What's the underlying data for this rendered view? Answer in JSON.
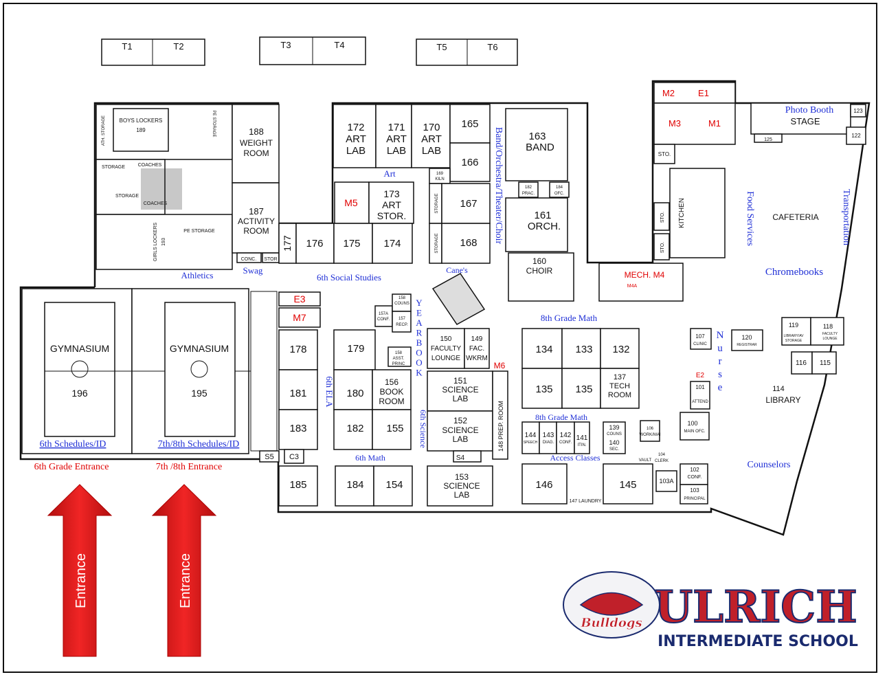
{
  "portables": [
    "T1",
    "T2",
    "T3",
    "T4",
    "T5",
    "T6"
  ],
  "rooms": {
    "r189": "BOYS LOCKERS",
    "r189n": "189",
    "ath_storage": "ATH. STORAGE",
    "pe_storage": "PE STORAGE",
    "storage": "STORAGE",
    "coaches": "COACHES",
    "girls_lockers": "GIRLS LOCKERS",
    "r193": "193",
    "r188": "188",
    "r188a": "WEIGHT",
    "r188b": "ROOM",
    "r187": "187",
    "r187a": "ACTIVITY",
    "r187b": "ROOM",
    "conc": "CONC.",
    "stor": "STOR",
    "r172": "172",
    "r171": "171",
    "r170": "170",
    "art": "ART",
    "lab": "LAB",
    "r165": "165",
    "r166": "166",
    "r167": "167",
    "r168": "168",
    "r169": "169",
    "kiln": "KILN",
    "r173": "173",
    "art_stor": "STOR.",
    "r177": "177",
    "r176": "176",
    "r175": "175",
    "r174": "174",
    "r163": "163",
    "band": "BAND",
    "r182": "182",
    "prac": "PRAC.",
    "r184": "184",
    "ofc": "OFC.",
    "r161": "161",
    "orch": "ORCH.",
    "r160": "160",
    "choir": "CHOIR",
    "sto": "STO.",
    "kitchen": "KITCHEN",
    "cafeteria": "CAFETERIA",
    "stage": "STAGE",
    "r123": "123",
    "r122": "122",
    "r125": "125",
    "mech": "MECH. M4",
    "m4a": "M4A",
    "gym": "GYMNASIUM",
    "r196": "196",
    "r195": "195",
    "r178": "178",
    "r179": "179",
    "r181": "181",
    "r180": "180",
    "r183": "183",
    "r182b": "182",
    "r155": "155",
    "r156": "156",
    "book": "BOOK",
    "room": "ROOM",
    "r157a": "157A",
    "conf": "CONF.",
    "r157": "157",
    "recp": "RECP.",
    "r158": "158",
    "couns": "COUNS",
    "r158b": "158",
    "asst": "ASST.",
    "princ": "PRINC",
    "r150": "150",
    "faculty": "FACULTY",
    "lounge": "LOUNGE",
    "r149": "149",
    "fac": "FAC.",
    "wkrm": "WKRM",
    "r151": "151",
    "science": "SCIENCE",
    "r152": "152",
    "r153": "153",
    "r148": "148 PREP. ROOM",
    "s4": "S4",
    "s5": "S5",
    "c3": "C3",
    "r185": "185",
    "r184b": "184",
    "r154": "154",
    "r134": "134",
    "r133": "133",
    "r132": "132",
    "r135": "135",
    "r137": "137",
    "tech": "TECH",
    "r144": "144",
    "speech": "SPEECH",
    "r143": "143",
    "diag": "DIAG.",
    "r142": "142",
    "r141": "141",
    "itin": "ITIN.",
    "r139": "139",
    "r140": "140",
    "sec": "SEC.",
    "r146": "146",
    "r145": "145",
    "r147": "147 LAUNDRY",
    "r107": "107",
    "clinic": "CLINIC",
    "r101": "101",
    "attend": "ATTEND",
    "r106": "106",
    "work": "WORK/MAI",
    "r100": "100",
    "main_ofc": "MAIN OFC.",
    "vault": "VAULT",
    "r104": "104",
    "clerk": "CLERK",
    "r103a": "103A",
    "r102": "102",
    "r103": "103",
    "principal": "PRINCIPAL",
    "r120": "120",
    "registrar": "REGISTRAR",
    "r119": "119",
    "libav": "LIBRARY/AV",
    "r118": "118",
    "r116": "116",
    "r115": "115",
    "r114": "114",
    "library": "LIBRARY"
  },
  "red_labels": {
    "m2": "M2",
    "e1": "E1",
    "m3": "M3",
    "m1": "M1",
    "m5": "M5",
    "e3": "E3",
    "m7": "M7",
    "m6": "M6",
    "e2": "E2"
  },
  "blue_labels": {
    "photo_booth": "Photo Booth",
    "athletics": "Athletics",
    "swag": "Swag",
    "art": "Art",
    "social": "6th Social Studies",
    "canes": "Cane's",
    "band_orch": "Band/Orchestra/Theater/Choir",
    "food": "Food Services",
    "transport": "Transportation",
    "chromebooks": "Chromebooks",
    "eighth_math": "8th Grade Math",
    "yearbook": "YEARBOOK",
    "sixth_ela": "6th ELA",
    "sixth_science": "6th Science",
    "eighth_math2": "8th Grade Math",
    "access": "Access Classes",
    "sixth_math": "6th Math",
    "nurse": "Nurse",
    "counselors": "Counselors",
    "sched6": "6th Schedules/ID",
    "sched78": "7th/8th Schedules/ID"
  },
  "entrances": {
    "e6": "6th  Grade Entrance",
    "e78": "7th /8th Entrance",
    "arrow": "Entrance"
  },
  "logo": {
    "name": "ULRICH",
    "sub": "INTERMEDIATE SCHOOL",
    "mascot": "Bulldogs"
  },
  "colors": {
    "red": "#e00000",
    "blue": "#1f2fd6",
    "arrow": "#e41b1b",
    "navy": "#1a2a6e"
  }
}
